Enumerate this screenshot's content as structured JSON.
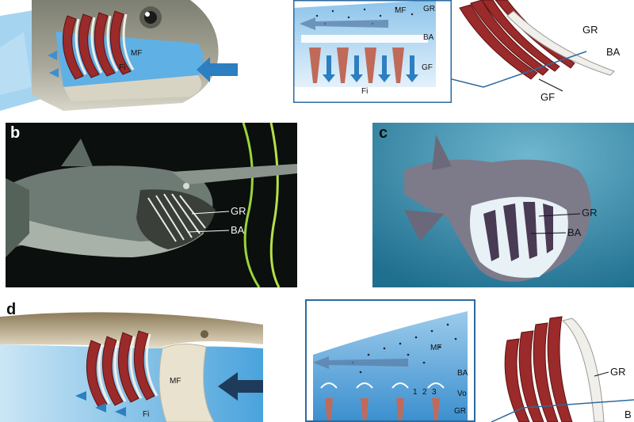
{
  "panel_letters": {
    "b": "b",
    "c": "c",
    "d": "d"
  },
  "panel_a": {
    "head_labels": {
      "mf": "MF",
      "fi": "Fi"
    },
    "inset_labels": {
      "mf": "MF",
      "gr": "GR",
      "ba": "BA",
      "gf": "GF",
      "fi": "Fi"
    },
    "arch_labels": {
      "gr": "GR",
      "ba": "BA",
      "gf": "GF"
    }
  },
  "panel_b": {
    "gr": "GR",
    "ba": "BA"
  },
  "panel_c": {
    "gr": "GR",
    "ba": "BA"
  },
  "panel_d": {
    "head_labels": {
      "mf": "MF",
      "fi": "Fi"
    },
    "inset_labels": {
      "mf": "MF",
      "ba": "BA",
      "n1": "1",
      "n2": "2",
      "n3": "3",
      "vo": "Vo",
      "gr": "GR"
    },
    "arch_labels": {
      "gr": "GR",
      "b": "B"
    }
  },
  "colors": {
    "water": "#6fb3e0",
    "water_light": "#cfe6f6",
    "gill_red": "#9b2a2a",
    "rake_white": "#f1efe9",
    "frame_blue": "#2d6a9f",
    "photo_b_bg": "#0b0f0d",
    "photo_c_bg": "#3b8fae"
  }
}
